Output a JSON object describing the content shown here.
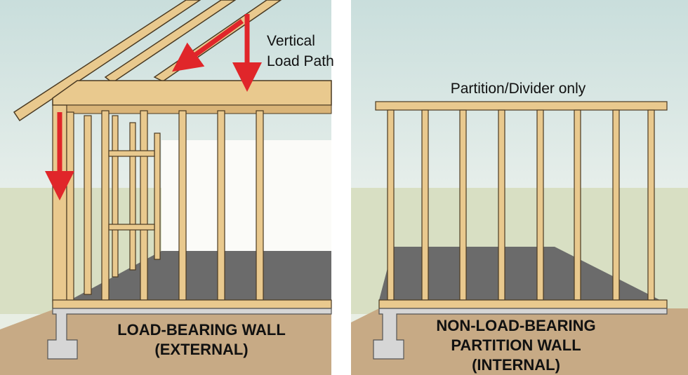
{
  "left_panel": {
    "annotation_line1": "Vertical",
    "annotation_line2": "Load Path",
    "title_line1": "LOAD-BEARING WALL",
    "title_line2": "(EXTERNAL)"
  },
  "right_panel": {
    "annotation": "Partition/Divider only",
    "title_line1": "NON-LOAD-BEARING",
    "title_line2": "PARTITION WALL",
    "title_line3": "(INTERNAL)"
  },
  "colors": {
    "sky": "#cfe1df",
    "grass": "#d8dfc3",
    "soil": "#c7aa85",
    "timber": "#e9c98e",
    "floor": "#6b6b6b",
    "concrete": "#d6d6d6",
    "arrow": "#e0262a"
  }
}
